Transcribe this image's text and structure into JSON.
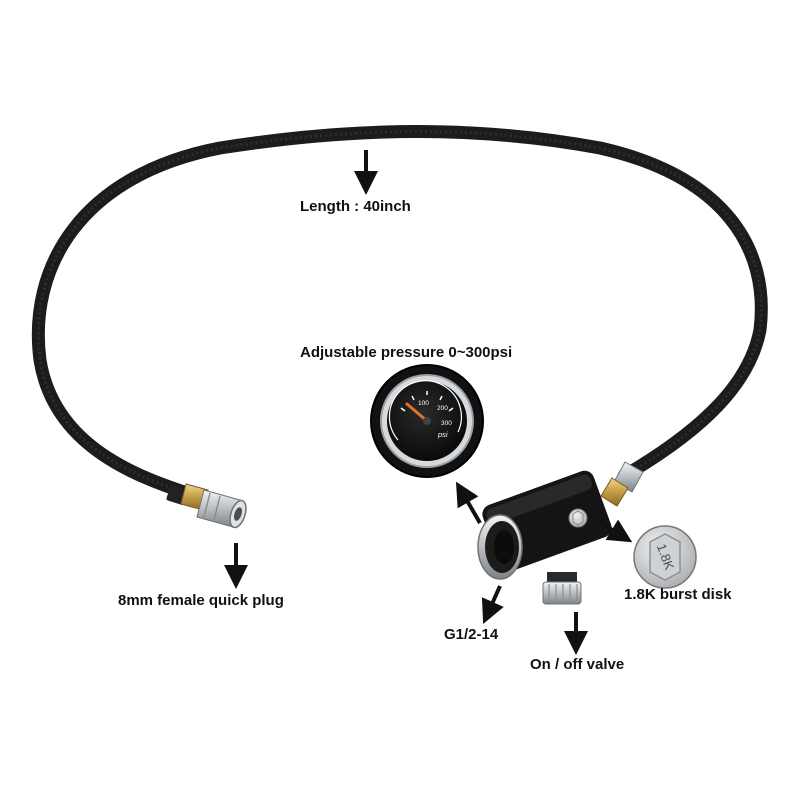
{
  "labels": {
    "length": "Length : 40inch",
    "pressure": "Adjustable pressure 0~300psi",
    "quick_plug": "8mm female quick plug",
    "burst_disk": "1.8K burst disk",
    "thread": "G1/2-14",
    "valve": "On / off valve"
  },
  "gauge": {
    "ticks": [
      "100",
      "200",
      "300"
    ],
    "unit": "psi"
  },
  "burst_disk_marking": "1.8K",
  "colors": {
    "hose": "#1c1c1c",
    "brass": "#c9a24a",
    "chrome": "#c8ccd0",
    "body": "#141414",
    "needle": "#e0722a"
  }
}
